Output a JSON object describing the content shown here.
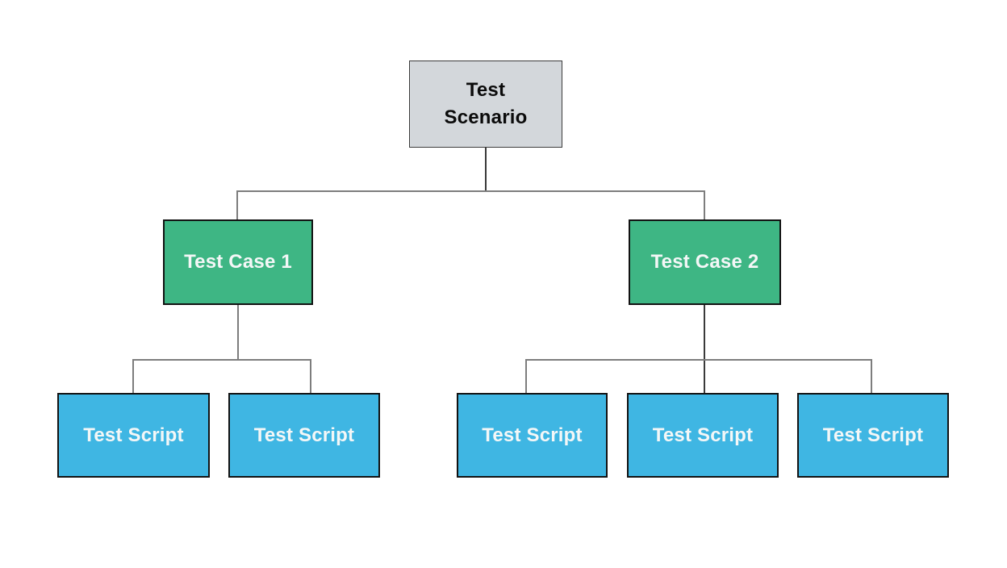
{
  "diagram": {
    "colors": {
      "page_bg": "#ffffff",
      "root_fill": "#d3d7db",
      "root_border": "#3c3c3c",
      "root_text": "#0b0b0b",
      "case_fill": "#3eb684",
      "script_fill": "#3fb6e3",
      "node_border": "#121212",
      "light_text": "#f4f7f7",
      "connector": "#7d7d7d",
      "connector_dark": "#3a3a3a"
    },
    "tree": {
      "root": {
        "label": "Test Scenario",
        "lines": [
          "Test",
          "Scenario"
        ]
      },
      "cases": [
        {
          "label": "Test Case 1",
          "scripts": [
            {
              "label": "Test Script"
            },
            {
              "label": "Test Script"
            }
          ]
        },
        {
          "label": "Test Case 2",
          "scripts": [
            {
              "label": "Test Script"
            },
            {
              "label": "Test Script"
            },
            {
              "label": "Test Script"
            }
          ]
        }
      ]
    }
  }
}
